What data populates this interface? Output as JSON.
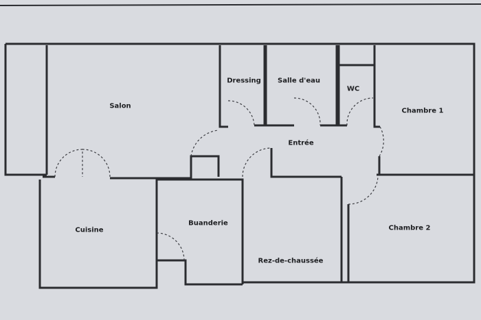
{
  "plan": {
    "rooms": {
      "salon": "Salon",
      "dressing": "Dressing",
      "salle_deau": "Salle d'eau",
      "wc": "WC",
      "chambre1": "Chambre 1",
      "entree": "Entrée",
      "cuisine": "Cuisine",
      "buanderie": "Buanderie",
      "chambre2": "Chambre 2",
      "rez": "Rez-de-chaussée"
    }
  }
}
